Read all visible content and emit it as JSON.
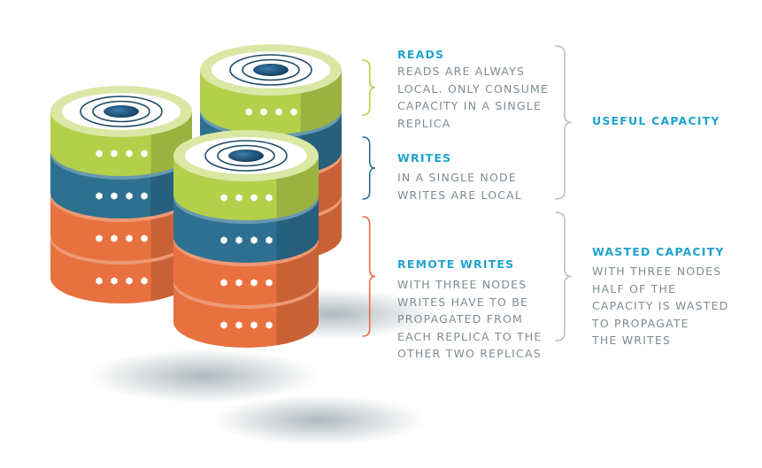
{
  "colors": {
    "green": "#b4cf4a",
    "teal": "#2d7090",
    "orange": "#e8713f",
    "title_blue": "#1fa3cf",
    "body_gray": "#7f8c92",
    "brace_gray": "#b9c2c6"
  },
  "labels": {
    "reads": {
      "title": "READS",
      "lines": [
        "READS ARE ALWAYS",
        "LOCAL. ONLY CONSUME",
        "CAPACITY IN A SINGLE",
        "REPLICA"
      ]
    },
    "writes": {
      "title": "WRITES",
      "lines": [
        "IN A SINGLE NODE",
        "WRITES ARE LOCAL"
      ]
    },
    "remote_writes": {
      "title": "REMOTE WRITES",
      "lines": [
        "WITH THREE NODES",
        "WRITES HAVE TO BE",
        "PROPAGATED FROM",
        "EACH REPLICA TO THE",
        "OTHER TWO REPLICAS"
      ]
    },
    "useful_capacity": {
      "title": "USEFUL CAPACITY"
    },
    "wasted_capacity": {
      "title": "WASTED CAPACITY",
      "lines": [
        "WITH THREE NODES",
        "HALF OF THE",
        "CAPACITY IS WASTED",
        "TO PROPAGATE",
        "THE WRITES"
      ]
    }
  }
}
